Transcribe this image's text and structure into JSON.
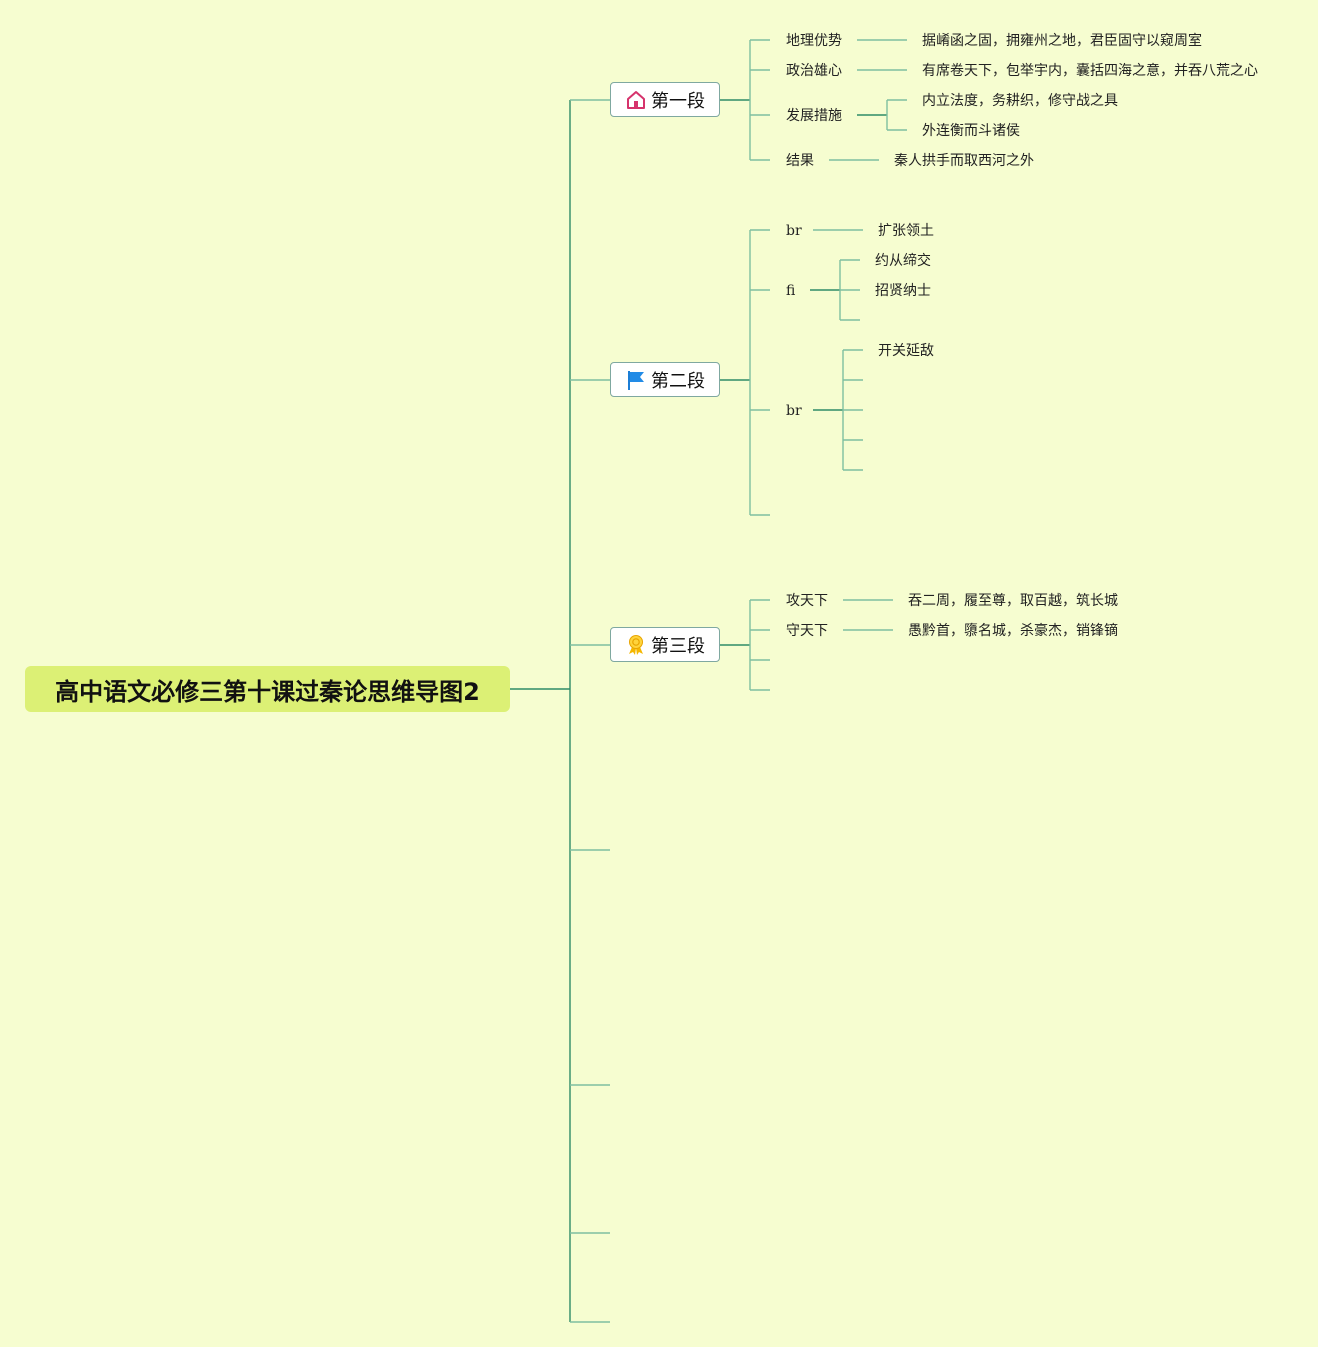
{
  "title": "高中语文必修三第十课过秦论思维导图2",
  "colors": {
    "background": "#f6fdd0",
    "root": "#dcf075",
    "line": "#2e8b67",
    "line_light": "#7fbf9f"
  },
  "branches": [
    {
      "label": "第一段",
      "icon": "home-icon"
    },
    {
      "label": "第二段",
      "icon": "flag-icon"
    },
    {
      "label": "第三段",
      "icon": "award-icon"
    }
  ],
  "s1": {
    "geo": "地理优势",
    "geo_detail": "据崤函之固，拥雍州之地，君臣固守以窥周室",
    "ambition": "政治雄心",
    "ambition_detail": "有席卷天下，包举宇内，囊括四海之意，并吞八荒之心",
    "measures": "发展措施",
    "measure1": "内立法度，务耕织，修守战之具",
    "measure2": "外连衡而斗诸侯",
    "result": "结果",
    "result_detail": "秦人拱手而取西河之外"
  },
  "s2": {
    "br1": "br",
    "br1_detail": "扩张领土",
    "fi": "fi",
    "fi_d1": "约从缔交",
    "fi_d2": "招贤纳士",
    "br2": "br",
    "br2_detail": "开关延敌"
  },
  "s3": {
    "attack": "攻天下",
    "attack_detail": "吞二周，履至尊，取百越，筑长城",
    "defend": "守天下",
    "defend_detail": "愚黔首，隳名城，杀豪杰，销锋镝"
  }
}
